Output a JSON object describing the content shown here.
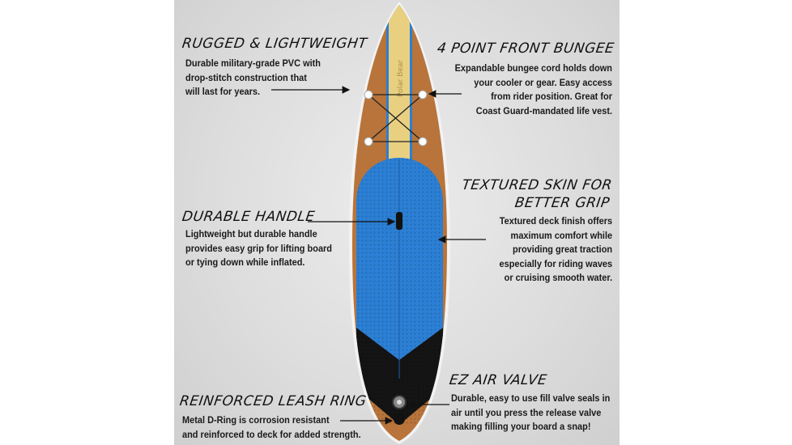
{
  "features": [
    {
      "id": "rugged",
      "title": "RUGGED & LIGHTWEIGHT",
      "lines": [
        "Durable military-grade PVC with",
        "drop-stitch construction that",
        "will last for years."
      ]
    },
    {
      "id": "bungee",
      "title": "4 POINT FRONT BUNGEE",
      "lines": [
        "Expandable bungee cord holds down",
        "your cooler or gear. Easy access",
        "from rider position. Great for",
        "Coast Guard-mandated life vest."
      ]
    },
    {
      "id": "textured",
      "title_lines": [
        "TEXTURED SKIN FOR",
        "BETTER GRIP"
      ],
      "lines": [
        "Textured deck finish offers",
        "maximum comfort while",
        "providing great traction",
        "especially for riding waves",
        "or cruising smooth water."
      ]
    },
    {
      "id": "handle",
      "title": "DURABLE HANDLE",
      "lines": [
        "Lightweight but durable handle",
        "provides easy grip for lifting board",
        "or tying down while inflated."
      ]
    },
    {
      "id": "valve",
      "title": "EZ AIR VALVE",
      "lines": [
        "Durable, easy to use fill valve seals in",
        "air until you press the release valve",
        "making filling your board a snap!"
      ]
    },
    {
      "id": "leash",
      "title": "REINFORCED LEASH RING",
      "lines": [
        "Metal D-Ring is corrosion resistant",
        "and reinforced to deck for added strength."
      ]
    }
  ],
  "board": {
    "brand_logo": "Polar Bear",
    "colors": {
      "wood": "#b8743a",
      "stripe": "#e9d080",
      "accent_blue": "#2b7fd4",
      "tail_pad": "#141414"
    }
  }
}
